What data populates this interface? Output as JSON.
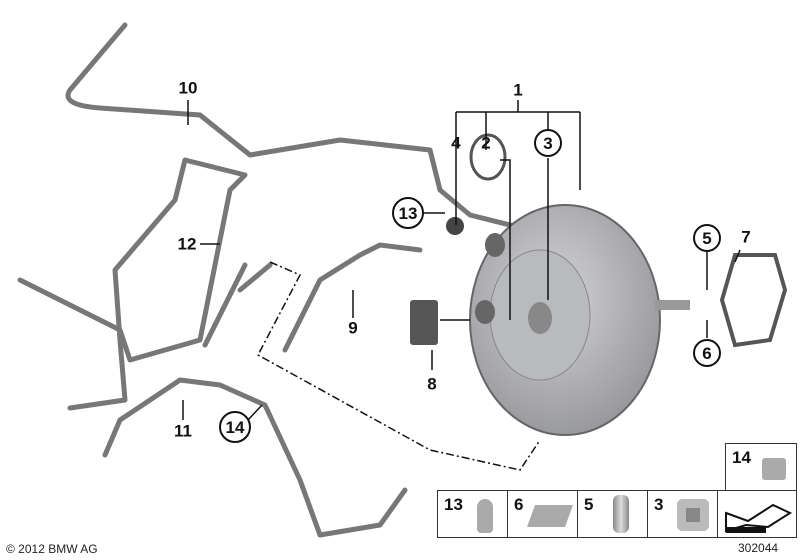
{
  "callouts": {
    "c1": "1",
    "c2": "2",
    "c3": "3",
    "c4": "4",
    "c5": "5",
    "c6": "6",
    "c7": "7",
    "c8": "8",
    "c9": "9",
    "c10": "10",
    "c11": "11",
    "c12": "12",
    "c13": "13",
    "c14": "14"
  },
  "legend": {
    "top": "14",
    "row": [
      "13",
      "6",
      "5",
      "3"
    ]
  },
  "footer": {
    "copyright": "© 2012 BMW AG",
    "diagram_number": "302044"
  }
}
